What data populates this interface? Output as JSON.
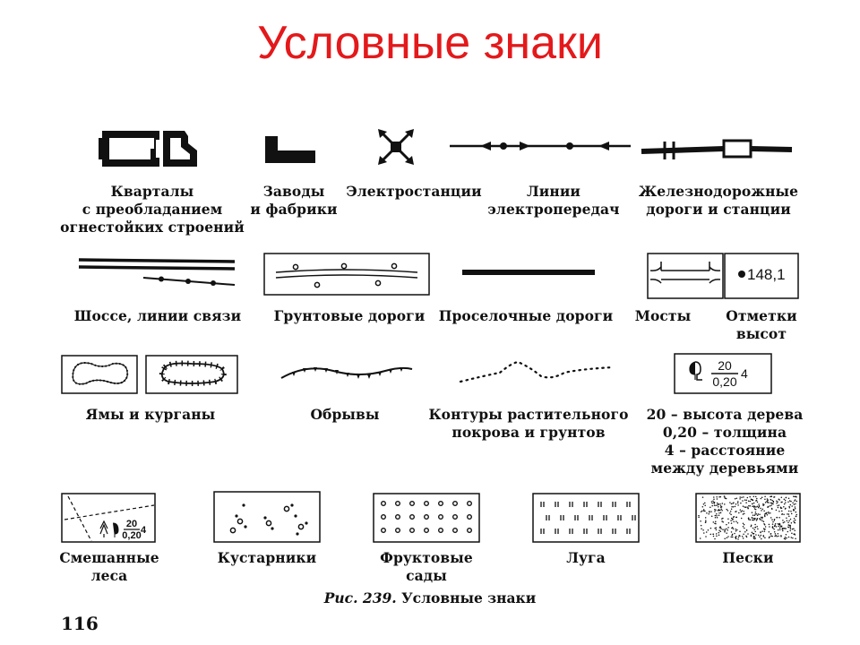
{
  "page": {
    "title": "Условные знаки",
    "caption_prefix": "Рис. 239.",
    "caption_text": "Условные знаки",
    "page_number": "116",
    "title_color": "#e3191b"
  },
  "legend": {
    "kvartaly": [
      "Кварталы",
      "с преобладанием",
      "огнестойких строений"
    ],
    "zavody": [
      "Заводы",
      "и фабрики"
    ],
    "elektrostantsii": [
      "Электростанции"
    ],
    "lep": [
      "Линии",
      "электропередач"
    ],
    "zhd": [
      "Железнодорожные",
      "дороги и станции"
    ],
    "shosse": [
      "Шоссе, линии связи"
    ],
    "gruntovye": [
      "Грунтовые дороги"
    ],
    "proselochnye": [
      "Проселочные дороги"
    ],
    "mosty": [
      "Мосты"
    ],
    "otmetki": [
      "Отметки",
      "высот"
    ],
    "yamy": [
      "Ямы и курганы"
    ],
    "obryvy": [
      "Обрывы"
    ],
    "kontury": [
      "Контуры растительного",
      "покрова и грунтов"
    ],
    "derevo": [
      "20 – высота дерева",
      "0,20 – толщина",
      "4 – расстояние",
      "между деревьями"
    ],
    "lesa": [
      "Смешанные",
      "леса"
    ],
    "kustarniki": [
      "Кустарники"
    ],
    "sady": [
      "Фруктовые",
      "сады"
    ],
    "luga": [
      "Луга"
    ],
    "peski": [
      "Пески"
    ]
  },
  "symbol_text": {
    "height_mark": "148,1",
    "tree_height": "20",
    "tree_thickness": "0,20",
    "tree_distance": "4",
    "forest_height": "20",
    "forest_thickness": "0,20",
    "forest_distance": "4"
  }
}
